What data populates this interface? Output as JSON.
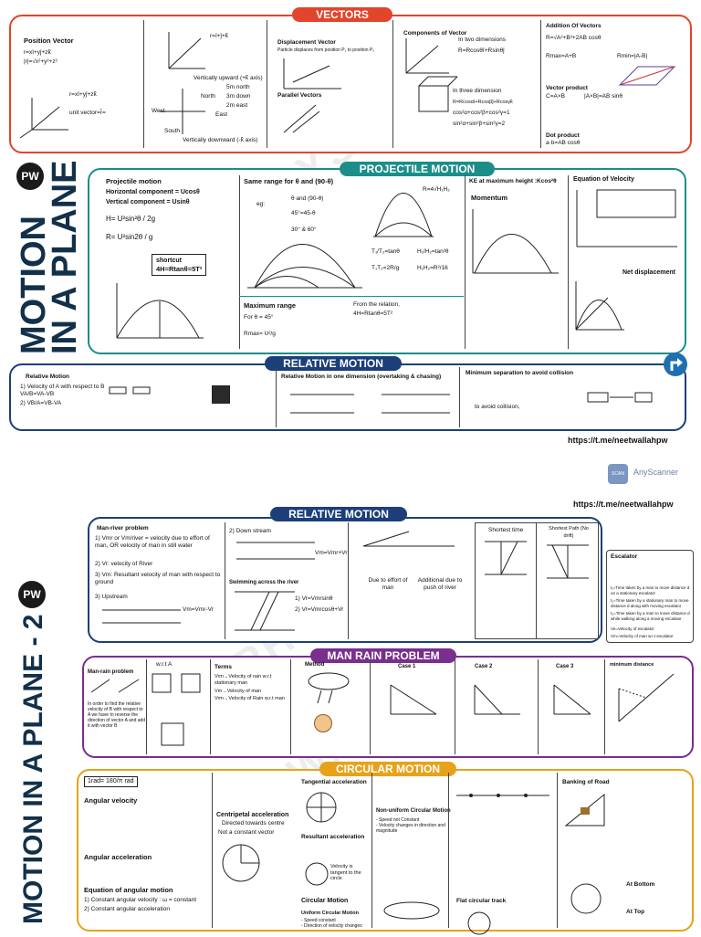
{
  "colors": {
    "vectors": "#e2452b",
    "projectile": "#1b8e8a",
    "relative": "#1c3f7a",
    "manrain": "#7a2e8e",
    "circular": "#e8a21a",
    "sidetext": "#12304a"
  },
  "page1": {
    "side_title_line1": "MOTION",
    "side_title_line2": "IN A PLANE",
    "logo": "PW",
    "vectors": {
      "header": "VECTORS",
      "position_vector": "Position Vector",
      "pos_eq1": "r=xî+yĵ+zk̂",
      "pos_eq2": "|r|=√x²+y²+z²",
      "pos_eq3": "r=xî+yĵ+zk̂",
      "unit_vector": "unit vector=r̂=",
      "mag_eq": "r=î+ĵ+k̂",
      "directions": [
        "North",
        "South",
        "East",
        "West"
      ],
      "direction_example": [
        "5m north",
        "3m down",
        "2m east"
      ],
      "vertically_upward": "Vertically upward (+k̂ axis)",
      "vertically_downward": "Vertically downward (-k̂ axis)",
      "displacement_vector": "Displacement Vector",
      "displacement_desc": "Particle displaces from position P₁ to position P₂",
      "parallel_vectors": "Parallel Vectors",
      "components_of_vector": "Components of Vector",
      "two_dim": "In two dimensions",
      "two_dim_eq": "R=Rcosθî+Rsinθĵ",
      "three_dim": "In three dimension",
      "three_dim_eq": "R=Rcosαî+Rcosβĵ+Rcosγk̂",
      "cos_eq1": "cos²α+cos²β+cos²γ=1",
      "cos_eq2": "sin²α+sin²β+sin²γ=2",
      "addition": "Addition Of Vectors",
      "addition_eq": "R=√A²+B²+2AB cosθ",
      "rmax": "Rmax=A+B",
      "rmin": "Rmin=|A-B|",
      "vector_product": "Vector product",
      "cross_eq": "C=A×B",
      "cross_mag": "|A×B|=AB sinθ",
      "dot_product": "Dot product",
      "dot_eq": "a·b=AB cosθ"
    },
    "projectile": {
      "header": "PROJECTILE MOTION",
      "title": "Projectile motion",
      "horizontal": "Horizontal component = Ucosθ",
      "vertical": "Vertical component = Usinθ",
      "time_eq": "H= U²sin²θ / 2g",
      "range_eq": "R= U²sin2θ / g",
      "shortcut": "shortcut",
      "shortcut_eq": "4H=Rtanθ=5T²",
      "same_range": "Same range for θ and (90-θ)",
      "eg": "eg:",
      "angles": [
        "θ and (90-θ)",
        "45°=45-θ",
        "30° & 60°"
      ],
      "r_eq": "R=4√H₁H₂",
      "t_eq": "T₁/T₂=tanθ",
      "h_eq": "H₁/H₂=tan²θ",
      "t1t2": "T₁T₂=2R/g",
      "h1h2": "H₁H₂=R²/16",
      "max_range": "Maximum range",
      "max_range_angle": "For θ = 45°",
      "rmax_eq": "Rmax= U²/g",
      "from_relation": "From the relation,",
      "relation_eq": "4H=Rtanθ=5T²",
      "ke_max": "KE at maximum height :Kcos²θ",
      "momentum": "Momentum",
      "eq_velocity": "Equation of Velocity",
      "net_disp": "Net displacement"
    },
    "relative": {
      "header": "RELATIVE MOTION",
      "rel_motion": "Relative Motion",
      "rel1": "1) Velocity of A with respect to B",
      "rel_eq1": "VA/B=VA-VB",
      "rel2": "2) VB/A=VB-VA",
      "one_dim": "Relative Motion in one dimension (overtaking & chasing)",
      "min_sep": "Minimum separation to avoid collision",
      "avoid": "to avoid collision,",
      "url": "https://t.me/neetwallahpw"
    },
    "scanner": "AnyScanner"
  },
  "page2": {
    "side_title": "MOTION IN A PLANE - 2",
    "logo": "PW",
    "url": "https://t.me/neetwallahpw",
    "relative": {
      "header": "RELATIVE MOTION",
      "man_river": "Man-river problem",
      "mr1": "1) Vmr or Vm/river = velocity due to effort of man, OR velocity of man in still water",
      "mr2": "2) Vr: velocity of River",
      "mr3": "3) Vm: Resultant velocity of man with respect to ground",
      "upstream": "3) Upstream",
      "upstream_eq": "Vm=Vmr-Vr",
      "downstream": "2) Down stream",
      "downstream_eq": "Vm=Vmr+Vr",
      "swimming": "Swimming across the river",
      "swim_eq1": "1) Vr=Vmrsinθ",
      "swim_eq2": "2) Vr=Vmrcosθ+Vr",
      "due_effort": "Due to effort of man",
      "additional": "Additional due to push of river",
      "shortest_time": "Shortest time",
      "shortest_path": "Shortest Path (No drift)",
      "escalator": "Escalator",
      "escalator_lines": [
        "t₁=Time taken by a man to move distance d on a stationary escalator",
        "t₂=Time taken by a stationary man to move distance d along with moving escalator",
        "t₃=Time taken by a man to move distance d while walking along a moving escalator",
        "Ve=Velocity of escalator",
        "Vm=Velocity of man w.r.t escalator"
      ]
    },
    "manrain": {
      "header": "MAN RAIN PROBLEM",
      "title": "Man-rain problem",
      "desc": "In order to find the relative velocity of B with respect to A we have to reverse the direction of vector A and add it with vector B",
      "wrt": "w.r.t A",
      "terms": "Terms",
      "term1": "Vrm→Velocity of rain w.r.t stationary man",
      "term2": "Vm→Velocity of man",
      "term3": "Vrm→Velocity of Rain w.r.t man",
      "method": "Method",
      "cases": [
        "Case 1",
        "Case 2",
        "Case 3"
      ],
      "min_dist": "minimum distance"
    },
    "circular": {
      "header": "CIRCULAR MOTION",
      "rad": "1rad= 180/π rad",
      "angular_velocity": "Angular velocity",
      "angular_accel": "Angular acceleration",
      "eq_angular": "Equation of angular motion",
      "case1": "1) Constant angular velocity : ω = constant",
      "case2": "2) Constant angular acceleration",
      "centripetal": "Centripetal acceleration",
      "centripetal_desc": "Directed towards centre",
      "not_constant": "Not a constant vector",
      "tangential": "Tangential acceleration",
      "resultant": "Resultant acceleration",
      "velocity_tangent": "Velocity is tangent to the circle",
      "circular_motion": "Circular Motion",
      "uniform": "Uniform Circular Motion",
      "uniform1": "- Speed constant",
      "uniform2": "- Direction of velocity changes",
      "nonuniform": "Non-uniform Circular Motion",
      "nonuniform1": "- Speed not Constant",
      "nonuniform2": "- Velocity changes in direction and magnitude",
      "flat_track": "Flat circular track",
      "banking": "Banking of Road",
      "at_bottom": "At Bottom",
      "at_top": "At Top"
    }
  }
}
